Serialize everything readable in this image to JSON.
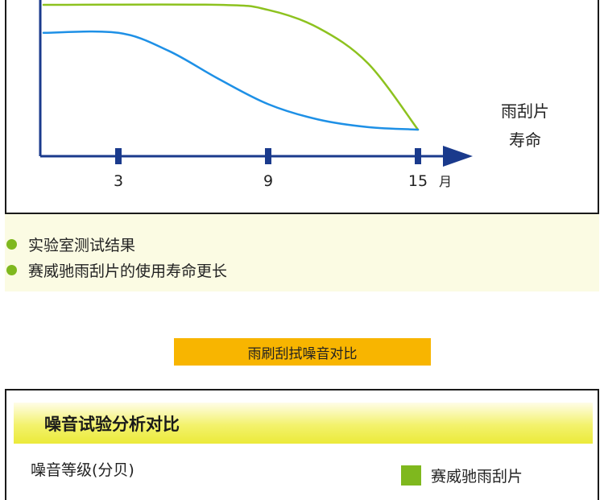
{
  "chart_data": {
    "type": "line",
    "x_ticks": [
      3,
      9,
      15
    ],
    "x_unit": "月",
    "y_label_lines": [
      "雨刮片",
      "寿命"
    ],
    "series": [
      {
        "color": "#8dc21f",
        "points": [
          [
            0,
            100
          ],
          [
            7,
            100
          ],
          [
            9,
            98
          ],
          [
            11,
            91
          ],
          [
            13,
            77
          ],
          [
            15,
            51
          ]
        ]
      },
      {
        "color": "#1e90e6",
        "points": [
          [
            0,
            89
          ],
          [
            3,
            89
          ],
          [
            5,
            82
          ],
          [
            7,
            71
          ],
          [
            9,
            61
          ],
          [
            11,
            55
          ],
          [
            13,
            52
          ],
          [
            15,
            51
          ]
        ]
      }
    ]
  },
  "bullets": [
    "实验室测试结果",
    "赛威驰雨刮片的使用寿命更长"
  ],
  "banner": "雨刷刮拭噪音对比",
  "noise": {
    "title": "噪音试验分析对比",
    "ylabel": "噪音等级(分贝)",
    "legend": {
      "label": "赛威驰雨刮片",
      "color": "#7fb81e"
    }
  }
}
